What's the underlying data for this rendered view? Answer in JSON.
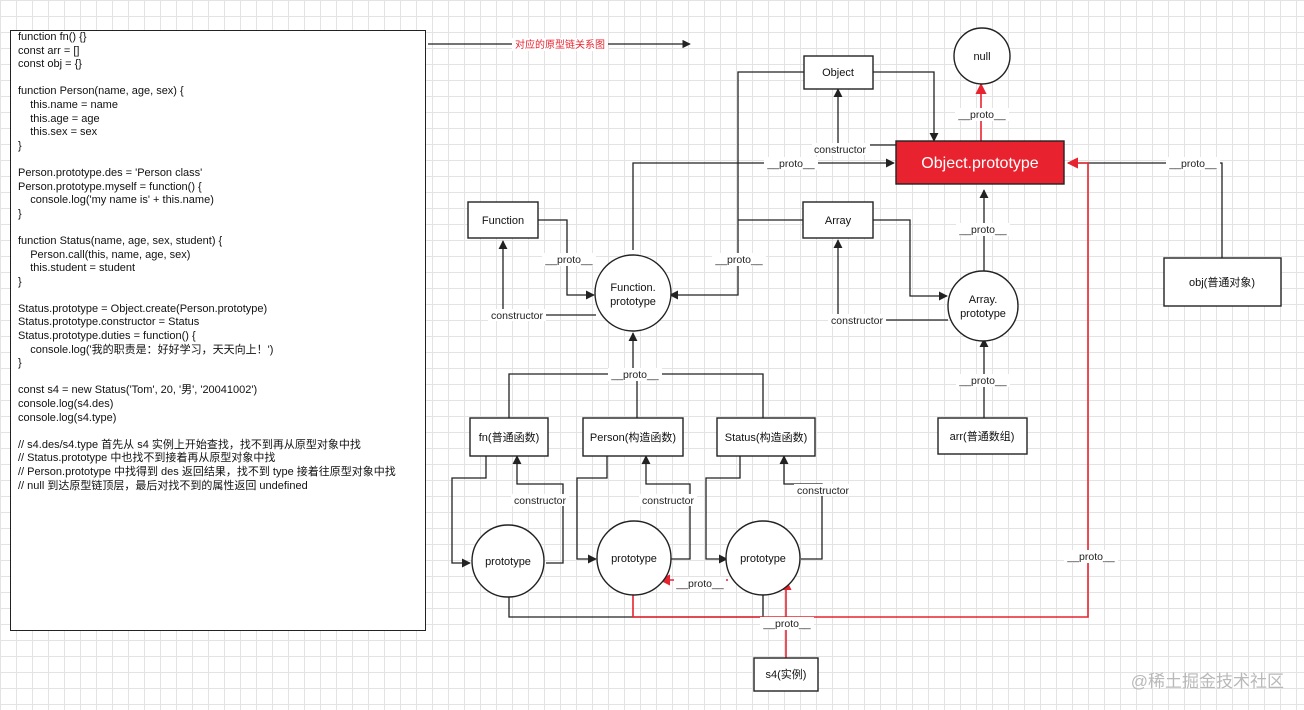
{
  "code_lines": [
    "function fn() {}",
    "const arr = []",
    "const obj = {}",
    "",
    "function Person(name, age, sex) {",
    "    this.name = name",
    "    this.age = age",
    "    this.sex = sex",
    "}",
    "",
    "Person.prototype.des = 'Person class'",
    "Person.prototype.myself = function() {",
    "    console.log('my name is' + this.name)",
    "}",
    "",
    "function Status(name, age, sex, student) {",
    "    Person.call(this, name, age, sex)",
    "    this.student = student",
    "}",
    "",
    "Status.prototype = Object.create(Person.prototype)",
    "Status.prototype.constructor = Status",
    "Status.prototype.duties = function() {",
    "    console.log('我的职责是：好好学习，天天向上！')",
    "}",
    "",
    "const s4 = new Status('Tom', 20, '男', '20041002')",
    "console.log(s4.des)",
    "console.log(s4.type)",
    "",
    "// s4.des/s4.type 首先从 s4 实例上开始查找，找不到再从原型对象中找",
    "// Status.prototype 中也找不到接着再从原型对象中找",
    "// Person.prototype 中找得到 des 返回结果，找不到 type 接着往原型对象中找",
    "// null 到达原型链顶层，最后对找不到的属性返回 undefined"
  ],
  "header_arrow_label": "对应的原型链关系图",
  "nodes": {
    "null": "null",
    "object": "Object",
    "object_prototype": "Object.prototype",
    "function": "Function",
    "function_prototype": [
      "Function.",
      "prototype"
    ],
    "array": "Array",
    "array_prototype": [
      "Array.",
      "prototype"
    ],
    "obj": "obj(普通对象)",
    "fn": "fn(普通函数)",
    "person": "Person(构造函数)",
    "status": "Status(构造函数)",
    "arr": "arr(普通数组)",
    "fn_prototype": "prototype",
    "person_prototype": "prototype",
    "status_prototype": "prototype",
    "s4": "s4(实例)"
  },
  "edge_labels": {
    "proto": "__proto__",
    "constructor": "constructor"
  },
  "colors": {
    "accent_red": "#e8232f",
    "stroke": "#222222",
    "watermark": "#b9b9b9"
  },
  "watermark": "@稀土掘金技术社区"
}
